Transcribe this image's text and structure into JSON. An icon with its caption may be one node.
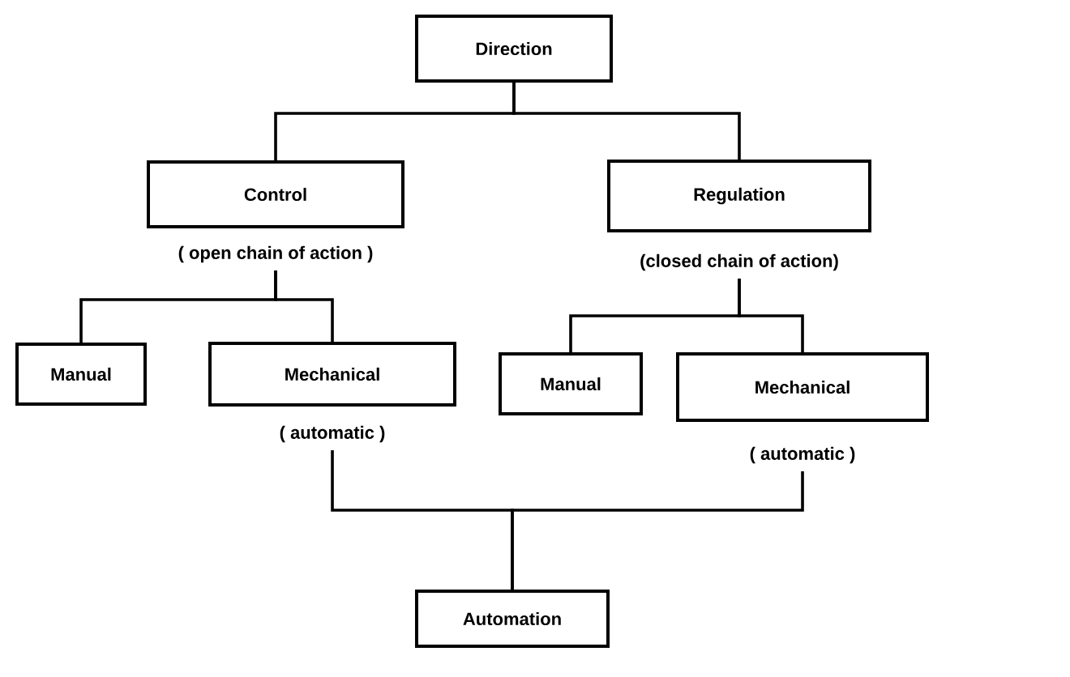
{
  "diagram": {
    "nodes": [
      {
        "text": [
          "Direction"
        ]
      },
      {
        "text": [
          "Control"
        ],
        "beside": [
          "( open chain of action )"
        ]
      },
      {
        "text": [
          "Regulation"
        ],
        "beside": [
          "(closed chain of action)"
        ]
      },
      {
        "text": [
          "Manual"
        ]
      },
      {
        "text": [
          "Mechanical"
        ],
        "beside": [
          "( automatic )"
        ]
      },
      {
        "text": [
          "Manual"
        ]
      },
      {
        "text": [
          "Mechanical"
        ],
        "beside": [
          "( automatic )"
        ]
      },
      {
        "text": [
          "Automation"
        ]
      }
    ],
    "edges": [
      {
        "from": 0,
        "to": 1,
        "arrow": "none"
      },
      {
        "from": 0,
        "to": 2,
        "arrow": "none"
      },
      {
        "from": 1,
        "to": 3,
        "arrow": "none"
      },
      {
        "from": 1,
        "to": 4,
        "arrow": "none"
      },
      {
        "from": 2,
        "to": 5,
        "arrow": "none"
      },
      {
        "from": 2,
        "to": 6,
        "arrow": "none"
      },
      {
        "from": 4,
        "to": 7,
        "arrow": "none"
      },
      {
        "from": 6,
        "to": 7,
        "arrow": "none"
      }
    ]
  }
}
